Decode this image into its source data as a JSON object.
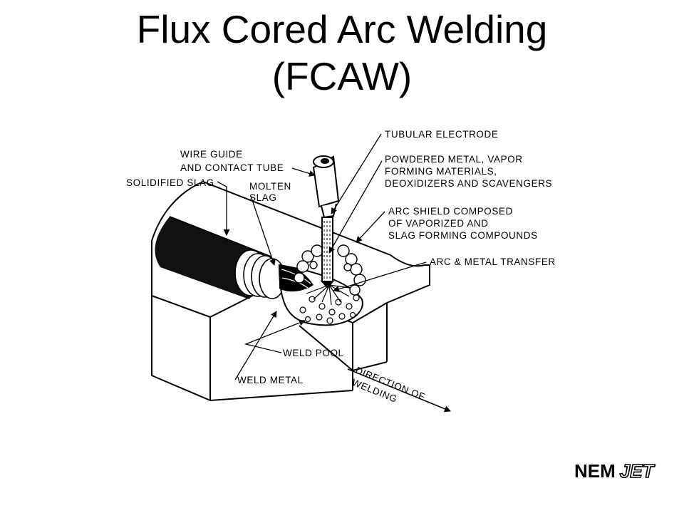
{
  "title": {
    "line1": "Flux Cored Arc Welding",
    "line2": "(FCAW)"
  },
  "labels": {
    "tubular_electrode": "TUBULAR ELECTRODE",
    "powdered_metal_1": "POWDERED METAL, VAPOR",
    "powdered_metal_2": "FORMING MATERIALS,",
    "powdered_metal_3": "DEOXIDIZERS AND SCAVENGERS",
    "arc_shield_1": "ARC SHIELD COMPOSED",
    "arc_shield_2": "OF VAPORIZED AND",
    "arc_shield_3": "SLAG FORMING COMPOUNDS",
    "arc_metal_transfer": "ARC & METAL TRANSFER",
    "wire_guide_1": "WIRE GUIDE",
    "wire_guide_2": "AND CONTACT TUBE",
    "solidified_slag": "SOLIDIFIED SLAG",
    "molten_slag_1": "MOLTEN",
    "molten_slag_2": "SLAG",
    "weld_pool": "WELD POOL",
    "weld_metal": "WELD METAL",
    "direction_1": "DIRECTION OF",
    "direction_2": "WELDING"
  },
  "logo": {
    "part1": "NEM",
    "part2": "JET"
  }
}
